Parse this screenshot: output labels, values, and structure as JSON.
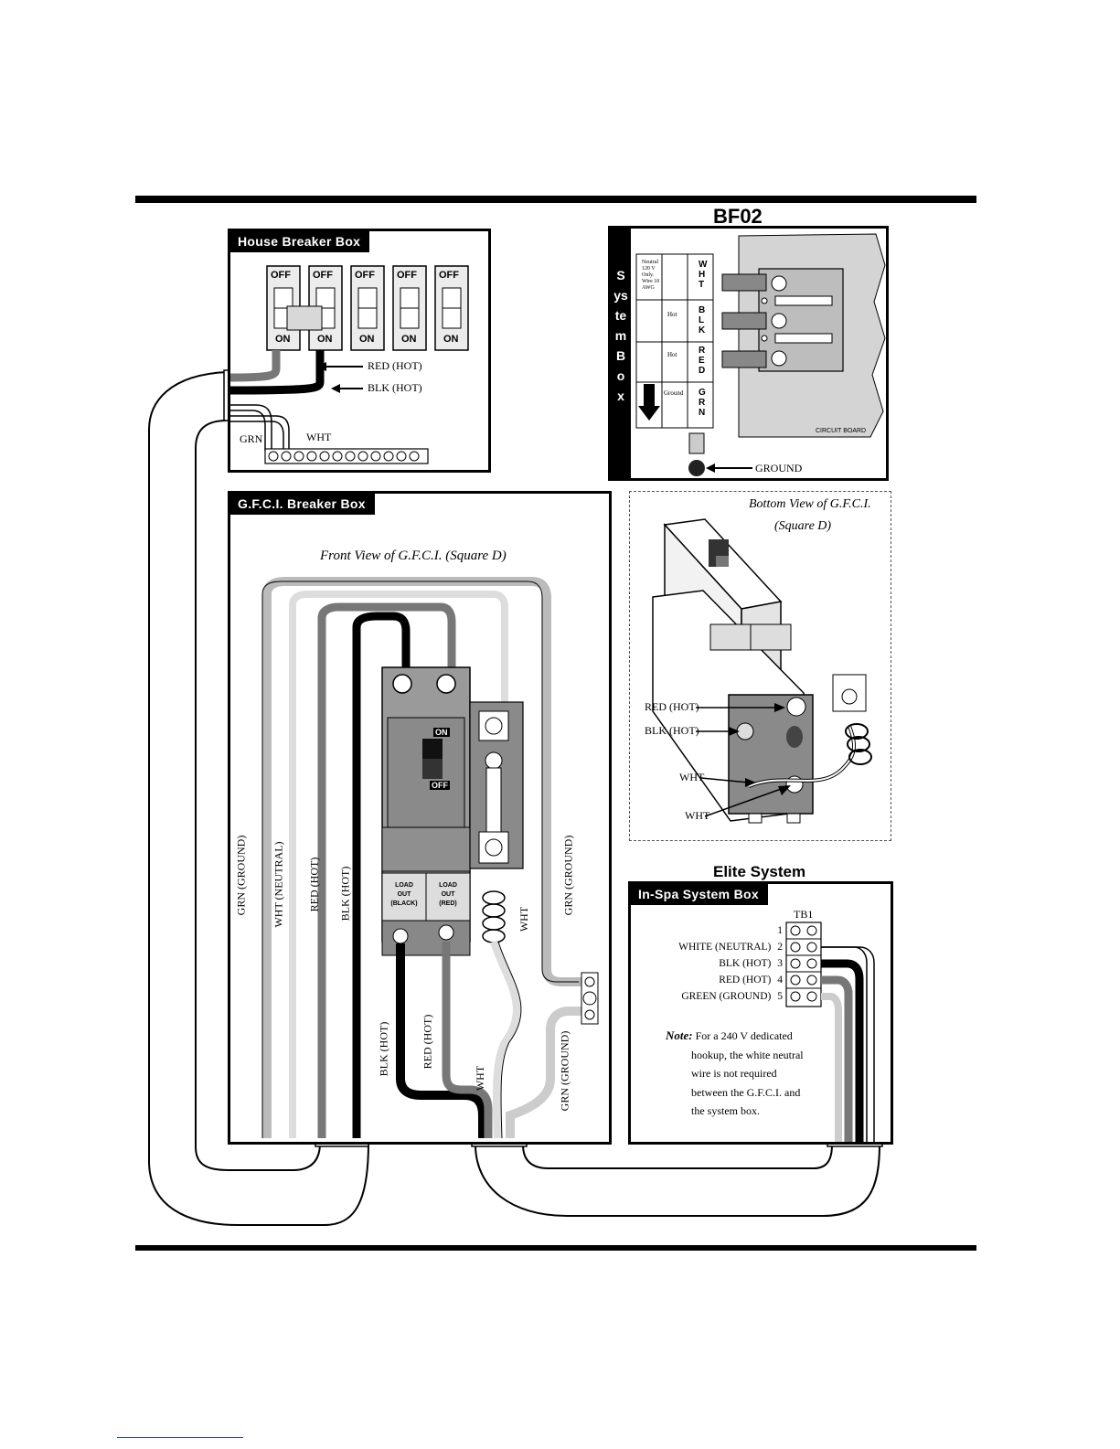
{
  "bf02_title": "BF02",
  "elite_title": "Elite System",
  "house_box": {
    "tab": "House Breaker Box",
    "off": "OFF",
    "on": "ON",
    "red_hot": "RED (HOT)",
    "blk_hot": "BLK (HOT)",
    "grn": "GRN",
    "wht": "WHT"
  },
  "system_box": {
    "vertical_label": "System Box",
    "wht": "WHT",
    "blk": "BLK",
    "red": "RED",
    "grn": "GRN",
    "neutral_note": "Neutral 120 V Only. Wire 10 AWG",
    "hot1": "Hot",
    "hot2": "Hot",
    "ground_note": "Ground",
    "circuit_board": "CIRCUIT BOARD",
    "ground": "GROUND"
  },
  "gfci_box": {
    "tab": "G.F.C.I. Breaker Box",
    "front_view": "Front View of G.F.C.I. (Square D)",
    "on": "ON",
    "off": "OFF",
    "load_out_black": [
      "LOAD",
      "OUT",
      "(BLACK)"
    ],
    "load_out_red": [
      "LOAD",
      "OUT",
      "(RED)"
    ],
    "grn_ground": "GRN (GROUND)",
    "wht_neutral": "WHT (NEUTRAL)",
    "red_hot": "RED (HOT)",
    "blk_hot": "BLK (HOT)",
    "wht": "WHT",
    "grn_ground_right": "GRN (GROUND)",
    "blk_hot_lower": "BLK (HOT)",
    "red_hot_lower": "RED (HOT)",
    "wht_lower": "WHT",
    "grn_ground_lower": "GRN (GROUND)"
  },
  "bottom_view": {
    "title_line1": "Bottom View of G.F.C.I.",
    "title_line2": "(Square D)",
    "red_hot": "RED (HOT)",
    "blk_hot": "BLK (HOT)",
    "wht1": "WHT",
    "wht2": "WHT"
  },
  "inspa": {
    "tab": "In-Spa System Box",
    "tb1": "TB1",
    "rows": [
      {
        "num": "1",
        "label": ""
      },
      {
        "num": "2",
        "label": "WHITE (NEUTRAL)"
      },
      {
        "num": "3",
        "label": "BLK (HOT)"
      },
      {
        "num": "4",
        "label": "RED (HOT)"
      },
      {
        "num": "5",
        "label": "GREEN (GROUND)"
      }
    ],
    "note_label": "Note:",
    "note_lines": [
      "For a 240 V dedicated",
      "hookup, the white neutral",
      "wire is not required",
      "between the G.F.C.I. and",
      "the system box."
    ]
  }
}
